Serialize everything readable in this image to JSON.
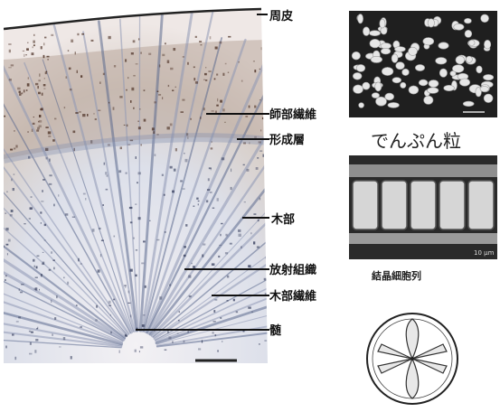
{
  "labels": {
    "periderm": "周皮",
    "phloem_fiber": "師部繊維",
    "cambium": "形成層",
    "xylem": "木部",
    "ray": "放射組織",
    "xylem_fiber": "木部繊維",
    "pith": "髄"
  },
  "captions": {
    "starch": "でんぷん粒",
    "crystal": "結晶細胞列"
  },
  "scale_label": "10 μm",
  "colors": {
    "section_bg": "#efeaf0",
    "phloem": "#5a3a2a",
    "xylem": "#6e7fa6",
    "sem_bg": "#1f1f1f",
    "sem_grain": "#e8e8e8"
  }
}
